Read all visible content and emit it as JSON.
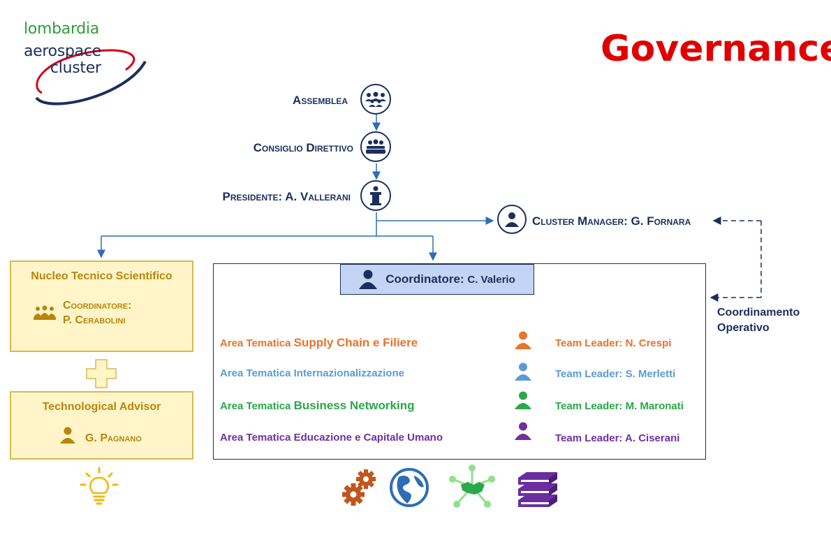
{
  "logo": {
    "line1": "lombardia",
    "line2": "aerospace",
    "line3": "cluster",
    "green": "#2e9e3a",
    "navy": "#1b2f5c",
    "red": "#d4001a"
  },
  "title": "Governance",
  "hierarchy": {
    "assemblea": "Assemblea",
    "consiglio": "Consiglio Direttivo",
    "presidente": "Presidente: A. Vallerani",
    "cluster_manager": "Cluster Manager: G. Fornara"
  },
  "nucleo": {
    "title": "Nucleo Tecnico Scientifico",
    "coord_label": "Coordinatore:",
    "coord_name": "P. Cerabolini"
  },
  "advisor": {
    "title": "Technological Advisor",
    "name": "G. Pagnano"
  },
  "coordinatore": {
    "label": "Coordinatore:",
    "name": "C. Valerio"
  },
  "areas": [
    {
      "prefix": "Area Tematica ",
      "name": "Supply Chain e Filiere",
      "leader": "Team Leader: N. Crespi",
      "color": "#e8732a",
      "big": true
    },
    {
      "prefix": "Area Tematica ",
      "name": "Internazionalizzazione",
      "leader": "Team Leader: S. Merletti",
      "color": "#5b9bd5",
      "big": false
    },
    {
      "prefix": "Area Tematica ",
      "name": "Business Networking",
      "leader": "Team Leader: M. Maronati",
      "color": "#2aa84a",
      "big": true
    },
    {
      "prefix": "Area Tematica ",
      "name": "Educazione e Capitale Umano",
      "leader": "Team Leader: A. Ciserani",
      "color": "#7030a0",
      "big": false
    }
  ],
  "coord_operativo": {
    "line1": "Coordinamento",
    "line2": "Operativo"
  },
  "icons": {
    "gears": "gears-icon",
    "globe": "globe-icon",
    "network": "handshake-network-icon",
    "books": "books-icon",
    "bulb": "lightbulb-icon"
  }
}
